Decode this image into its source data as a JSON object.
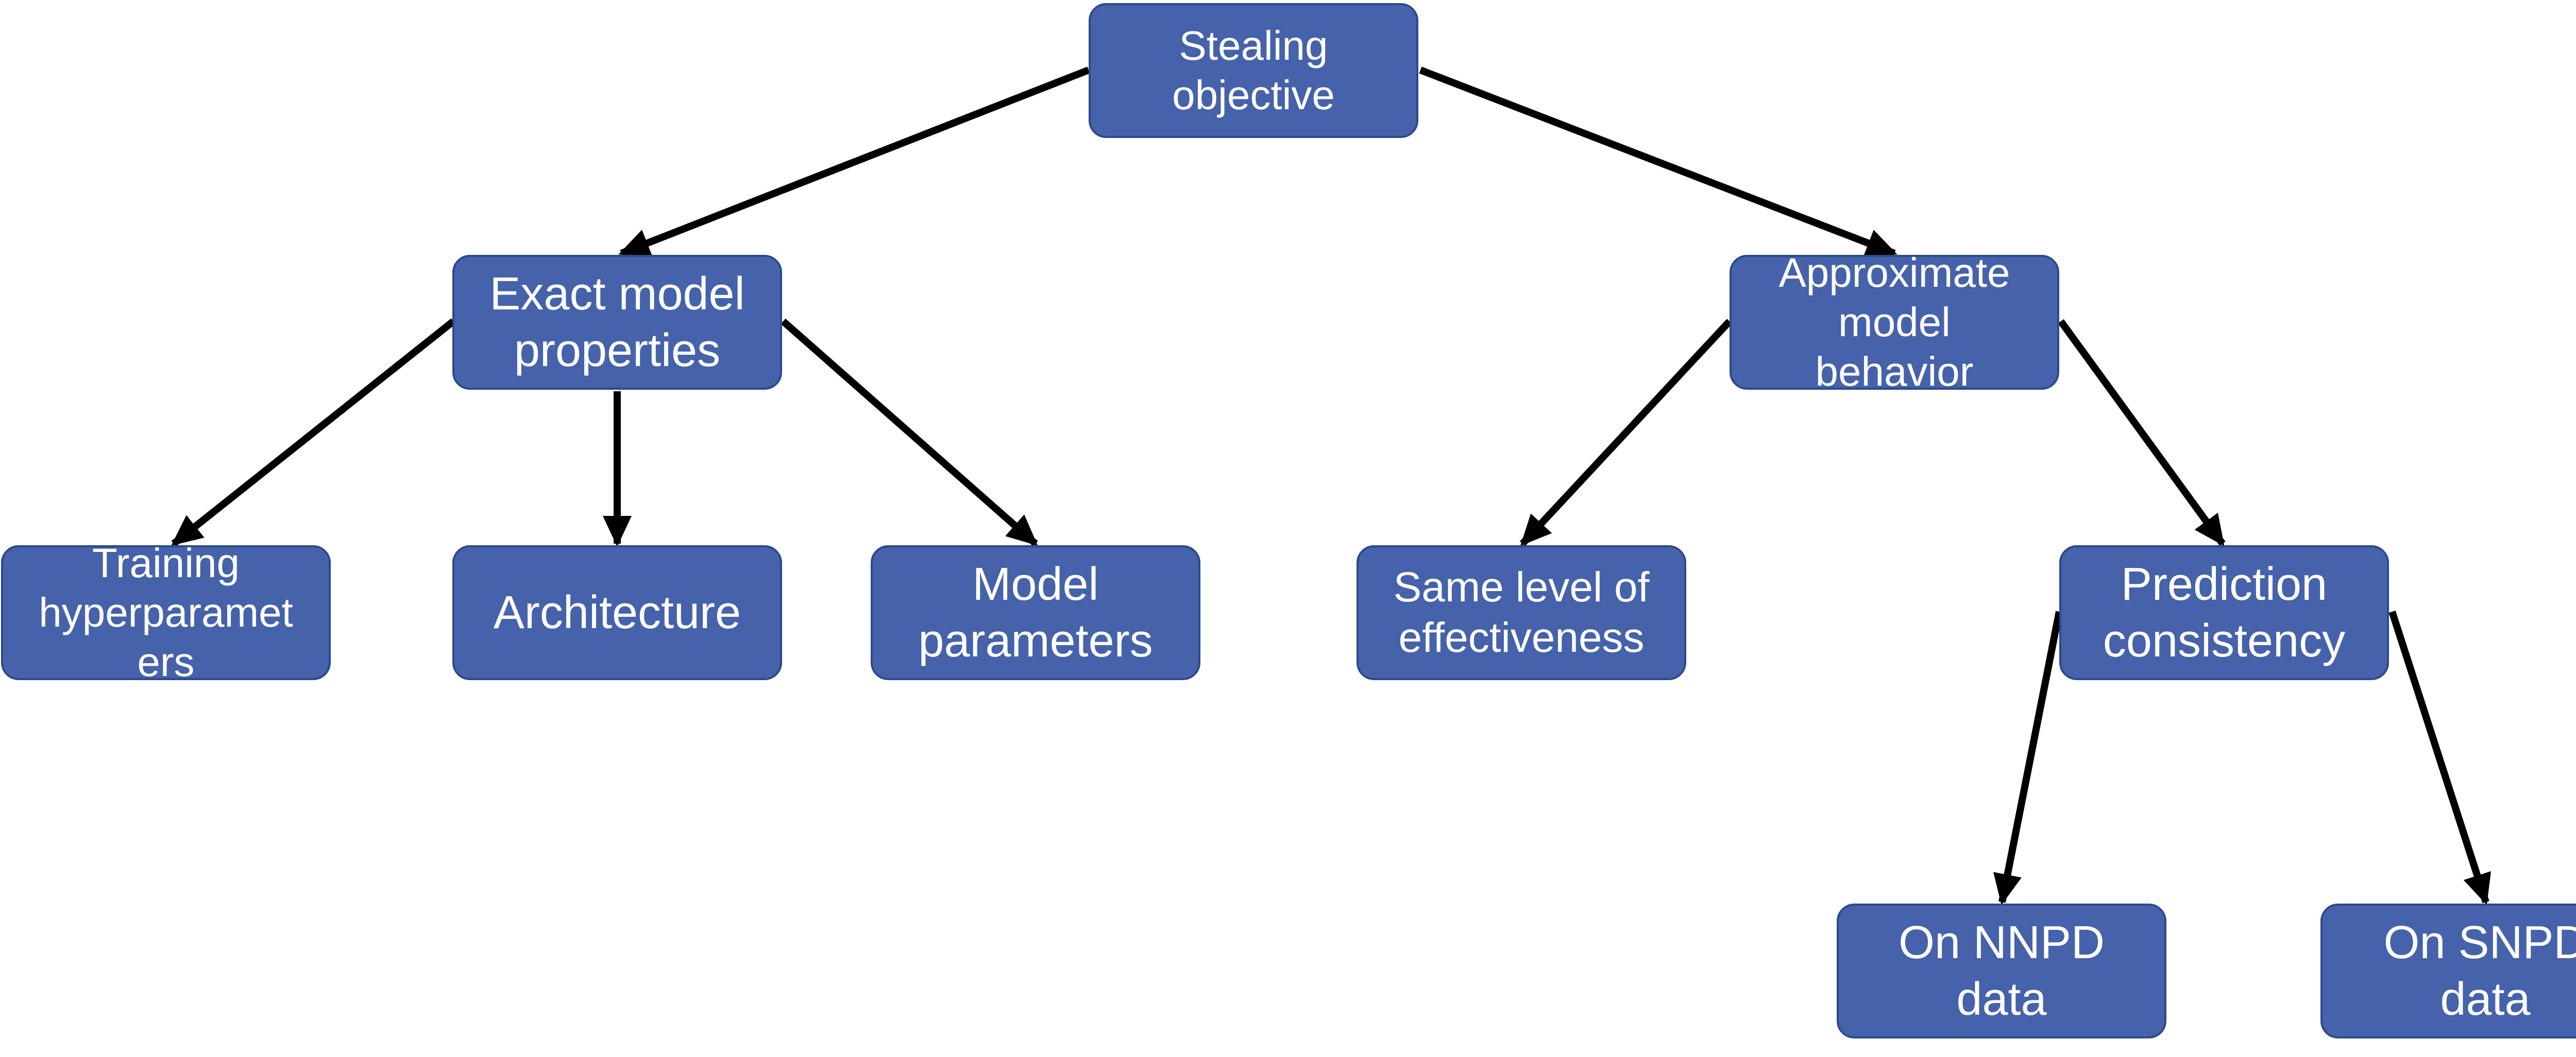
{
  "diagram": {
    "nodes": {
      "root": "Stealing\nobjective",
      "exact": "Exact model\nproperties",
      "approx": "Approximate\nmodel\nbehavior",
      "training": "Training\nhyperparamet\ners",
      "architecture": "Architecture",
      "model_params": "Model\nparameters",
      "same_level": "Same level of\neffectiveness",
      "prediction": "Prediction\nconsistency",
      "nnpd": "On NNPD\ndata",
      "snpd": "On SNPD\ndata"
    },
    "edges": [
      [
        "root",
        "exact"
      ],
      [
        "root",
        "approx"
      ],
      [
        "exact",
        "training"
      ],
      [
        "exact",
        "architecture"
      ],
      [
        "exact",
        "model_params"
      ],
      [
        "approx",
        "same_level"
      ],
      [
        "approx",
        "prediction"
      ],
      [
        "prediction",
        "nnpd"
      ],
      [
        "prediction",
        "snpd"
      ]
    ],
    "colors": {
      "node_fill": "#4562ab",
      "node_border": "#2c4a8c",
      "node_text": "#ffffff",
      "edge": "#000000"
    }
  }
}
